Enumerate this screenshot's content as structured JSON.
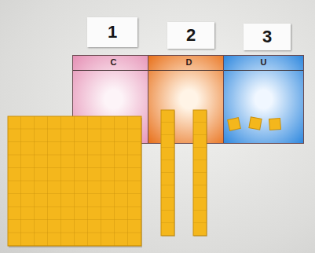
{
  "diagram": {
    "nodes": [
      {
        "text": [
          "1"
        ]
      },
      {
        "text": [
          "2"
        ]
      },
      {
        "text": [
          "3"
        ]
      },
      {
        "text": [
          "C"
        ]
      },
      {
        "text": [
          "D"
        ]
      },
      {
        "text": [
          "U"
        ]
      }
    ]
  }
}
